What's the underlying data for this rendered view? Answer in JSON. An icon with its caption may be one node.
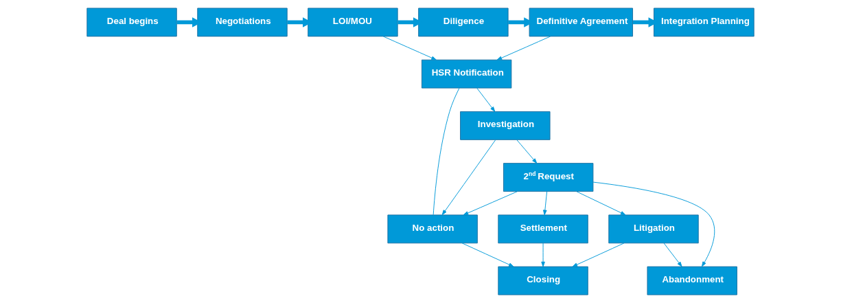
{
  "diagram": {
    "nodes": [
      {
        "text": [
          "Deal begins"
        ]
      },
      {
        "text": [
          "Negotiations"
        ]
      },
      {
        "text": [
          "LOI/MOU"
        ]
      },
      {
        "text": [
          "Diligence"
        ]
      },
      {
        "text": [
          "Definitive Agreement"
        ]
      },
      {
        "text": [
          "Integration Planning"
        ]
      },
      {
        "text": [
          "HSR Notification"
        ]
      },
      {
        "text": [
          "Investigation"
        ]
      },
      {
        "text": [
          "2$^{nd}$ Request"
        ]
      },
      {
        "text": [
          "Settlement"
        ]
      },
      {
        "text": [
          "Closing"
        ]
      },
      {
        "text": [
          "Litigation"
        ]
      },
      {
        "text": [
          "No action"
        ]
      },
      {
        "text": [
          "Abandonment"
        ]
      }
    ],
    "edges": [
      {
        "from": 0,
        "to": 1,
        "arrow": "to",
        "style": "thick"
      },
      {
        "from": 1,
        "to": 2,
        "arrow": "to",
        "style": "thick"
      },
      {
        "from": 2,
        "to": 3,
        "arrow": "to",
        "style": "thick"
      },
      {
        "from": 3,
        "to": 4,
        "arrow": "to",
        "style": "thick"
      },
      {
        "from": 4,
        "to": 5,
        "arrow": "to",
        "style": "thick"
      },
      {
        "from": 2,
        "to": 6,
        "arrow": "to"
      },
      {
        "from": 4,
        "to": 6,
        "arrow": "to"
      },
      {
        "from": 6,
        "to": 7,
        "arrow": "to"
      },
      {
        "from": 6,
        "to": 12,
        "arrow": "none"
      },
      {
        "from": 7,
        "to": 8,
        "arrow": "to"
      },
      {
        "from": 7,
        "to": 12,
        "arrow": "to"
      },
      {
        "from": 8,
        "to": 12,
        "arrow": "to"
      },
      {
        "from": 8,
        "to": 9,
        "arrow": "to"
      },
      {
        "from": 8,
        "to": 11,
        "arrow": "to"
      },
      {
        "from": 8,
        "to": 13,
        "arrow": "to"
      },
      {
        "from": 9,
        "to": 10,
        "arrow": "to"
      },
      {
        "from": 11,
        "to": 10,
        "arrow": "to"
      },
      {
        "from": 11,
        "to": 13,
        "arrow": "to"
      },
      {
        "from": 12,
        "to": 10,
        "arrow": "to"
      }
    ]
  }
}
